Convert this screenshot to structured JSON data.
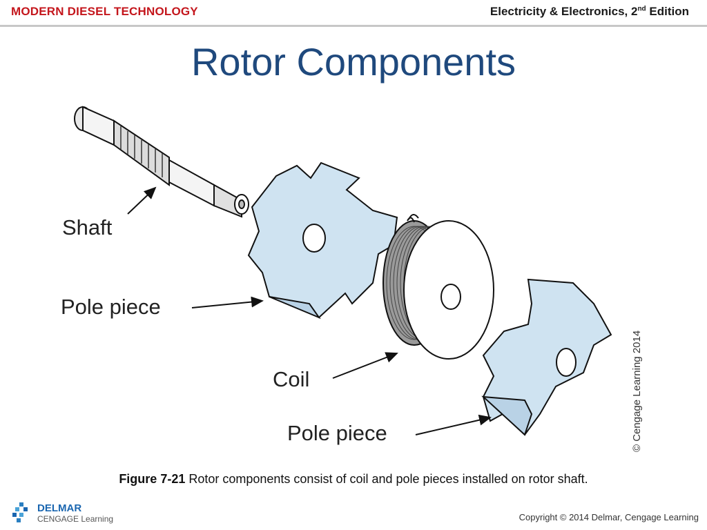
{
  "header": {
    "left": "MODERN DIESEL TECHNOLOGY",
    "right_main": "Electricity & Electronics, 2",
    "right_sup": "nd",
    "right_end": " Edition"
  },
  "slide": {
    "title": "Rotor Components"
  },
  "figure": {
    "labels": {
      "shaft": "Shaft",
      "pole_piece_1": "Pole piece",
      "coil": "Coil",
      "pole_piece_2": "Pole piece"
    },
    "credit": "© Cengage Learning 2014"
  },
  "caption": {
    "figure_number": "Figure 7-21",
    "text": " Rotor components consist of coil and pole pieces installed on rotor shaft."
  },
  "footer": {
    "logo_name": "DELMAR",
    "logo_sub": "CENGAGE Learning",
    "copyright": "Copyright © 2014 Delmar, Cengage Learning"
  },
  "colors": {
    "header_brand": "#c4161c",
    "title": "#1f497d",
    "part_fill": "#cfe3f1"
  }
}
